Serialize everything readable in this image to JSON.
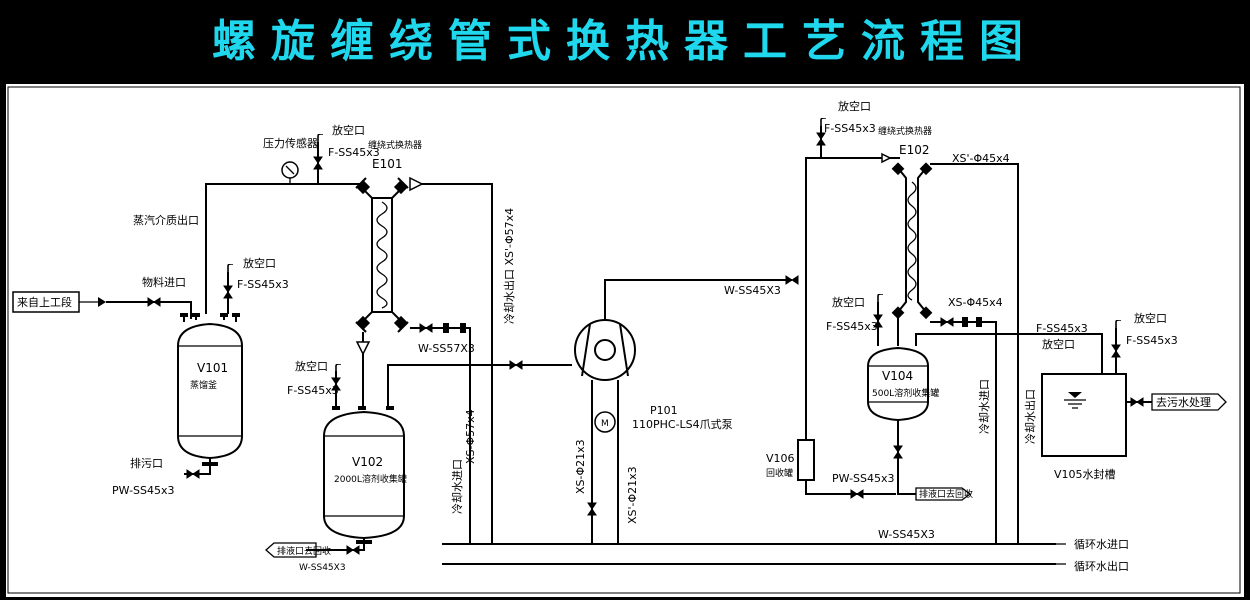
{
  "title": "螺旋缠绕管式换热器工艺流程图",
  "labels": {
    "feed_source": "来自上工段",
    "material_inlet": "物料进口",
    "steam_outlet": "蒸汽介质出口",
    "pressure_sensor": "压力传感器",
    "vent1": "放空口",
    "vent_pipe1": "F-SS45x3",
    "exchanger_name1": "缠绕式换热器",
    "e101": "E101",
    "vent2": "放空口",
    "vent_pipe2": "F-SS45x3",
    "v101_tag": "V101",
    "v101_name": "蒸馏釜",
    "drain1": "排污口",
    "drain_pipe1": "PW-SS45x3",
    "pipe_w57": "W-SS57X3",
    "vent3": "放空口",
    "vent_pipe3": "F-SS45x3",
    "v102_tag": "V102",
    "v102_name": "2000L溶剂收集罐",
    "drain_out1": "排液口去回收",
    "pipe_w45_left": "W-SS45X3",
    "cw_out1": "冷却水出口 XS'-Φ57x4",
    "cw_in1": "冷却水进口",
    "cw_pipe1": "XS-Φ57x4",
    "pipe_w45_top": "W-SS45X3",
    "p101_tag": "P101",
    "p101_name": "110PHC-LS4爪式泵",
    "pump_m": "M",
    "pipe_xs21": "XS-Φ21x3",
    "pipe_xs21b": "XS'-Φ21x3",
    "vent4": "放空口",
    "vent_pipe4": "F-SS45x3",
    "exchanger_name2": "缠绕式换热器",
    "e102": "E102",
    "pipe_xs45_top": "XS'-Φ45x4",
    "vent5": "放空口",
    "vent_pipe5": "F-SS45x3",
    "pipe_xs45": "XS-Φ45x4",
    "v104_tag": "V104",
    "v104_name": "500L溶剂收集罐",
    "v106_tag": "V106",
    "v106_name": "回收罐",
    "drain_pipe2": "PW-SS45x3",
    "drain_out2": "排液口去回收",
    "cw_in2": "冷却水进口",
    "cw_out2": "冷却水出口",
    "pipe_f45": "F-SS45x3",
    "vent6": "放空口",
    "vent7": "放空口",
    "vent_pipe7": "F-SS45x3",
    "to_wastewater": "去污水处理",
    "v105_name": "V105水封槽",
    "pipe_w45_bottom": "W-SS45X3",
    "circ_in": "循环水进口",
    "circ_out": "循环水出口"
  }
}
